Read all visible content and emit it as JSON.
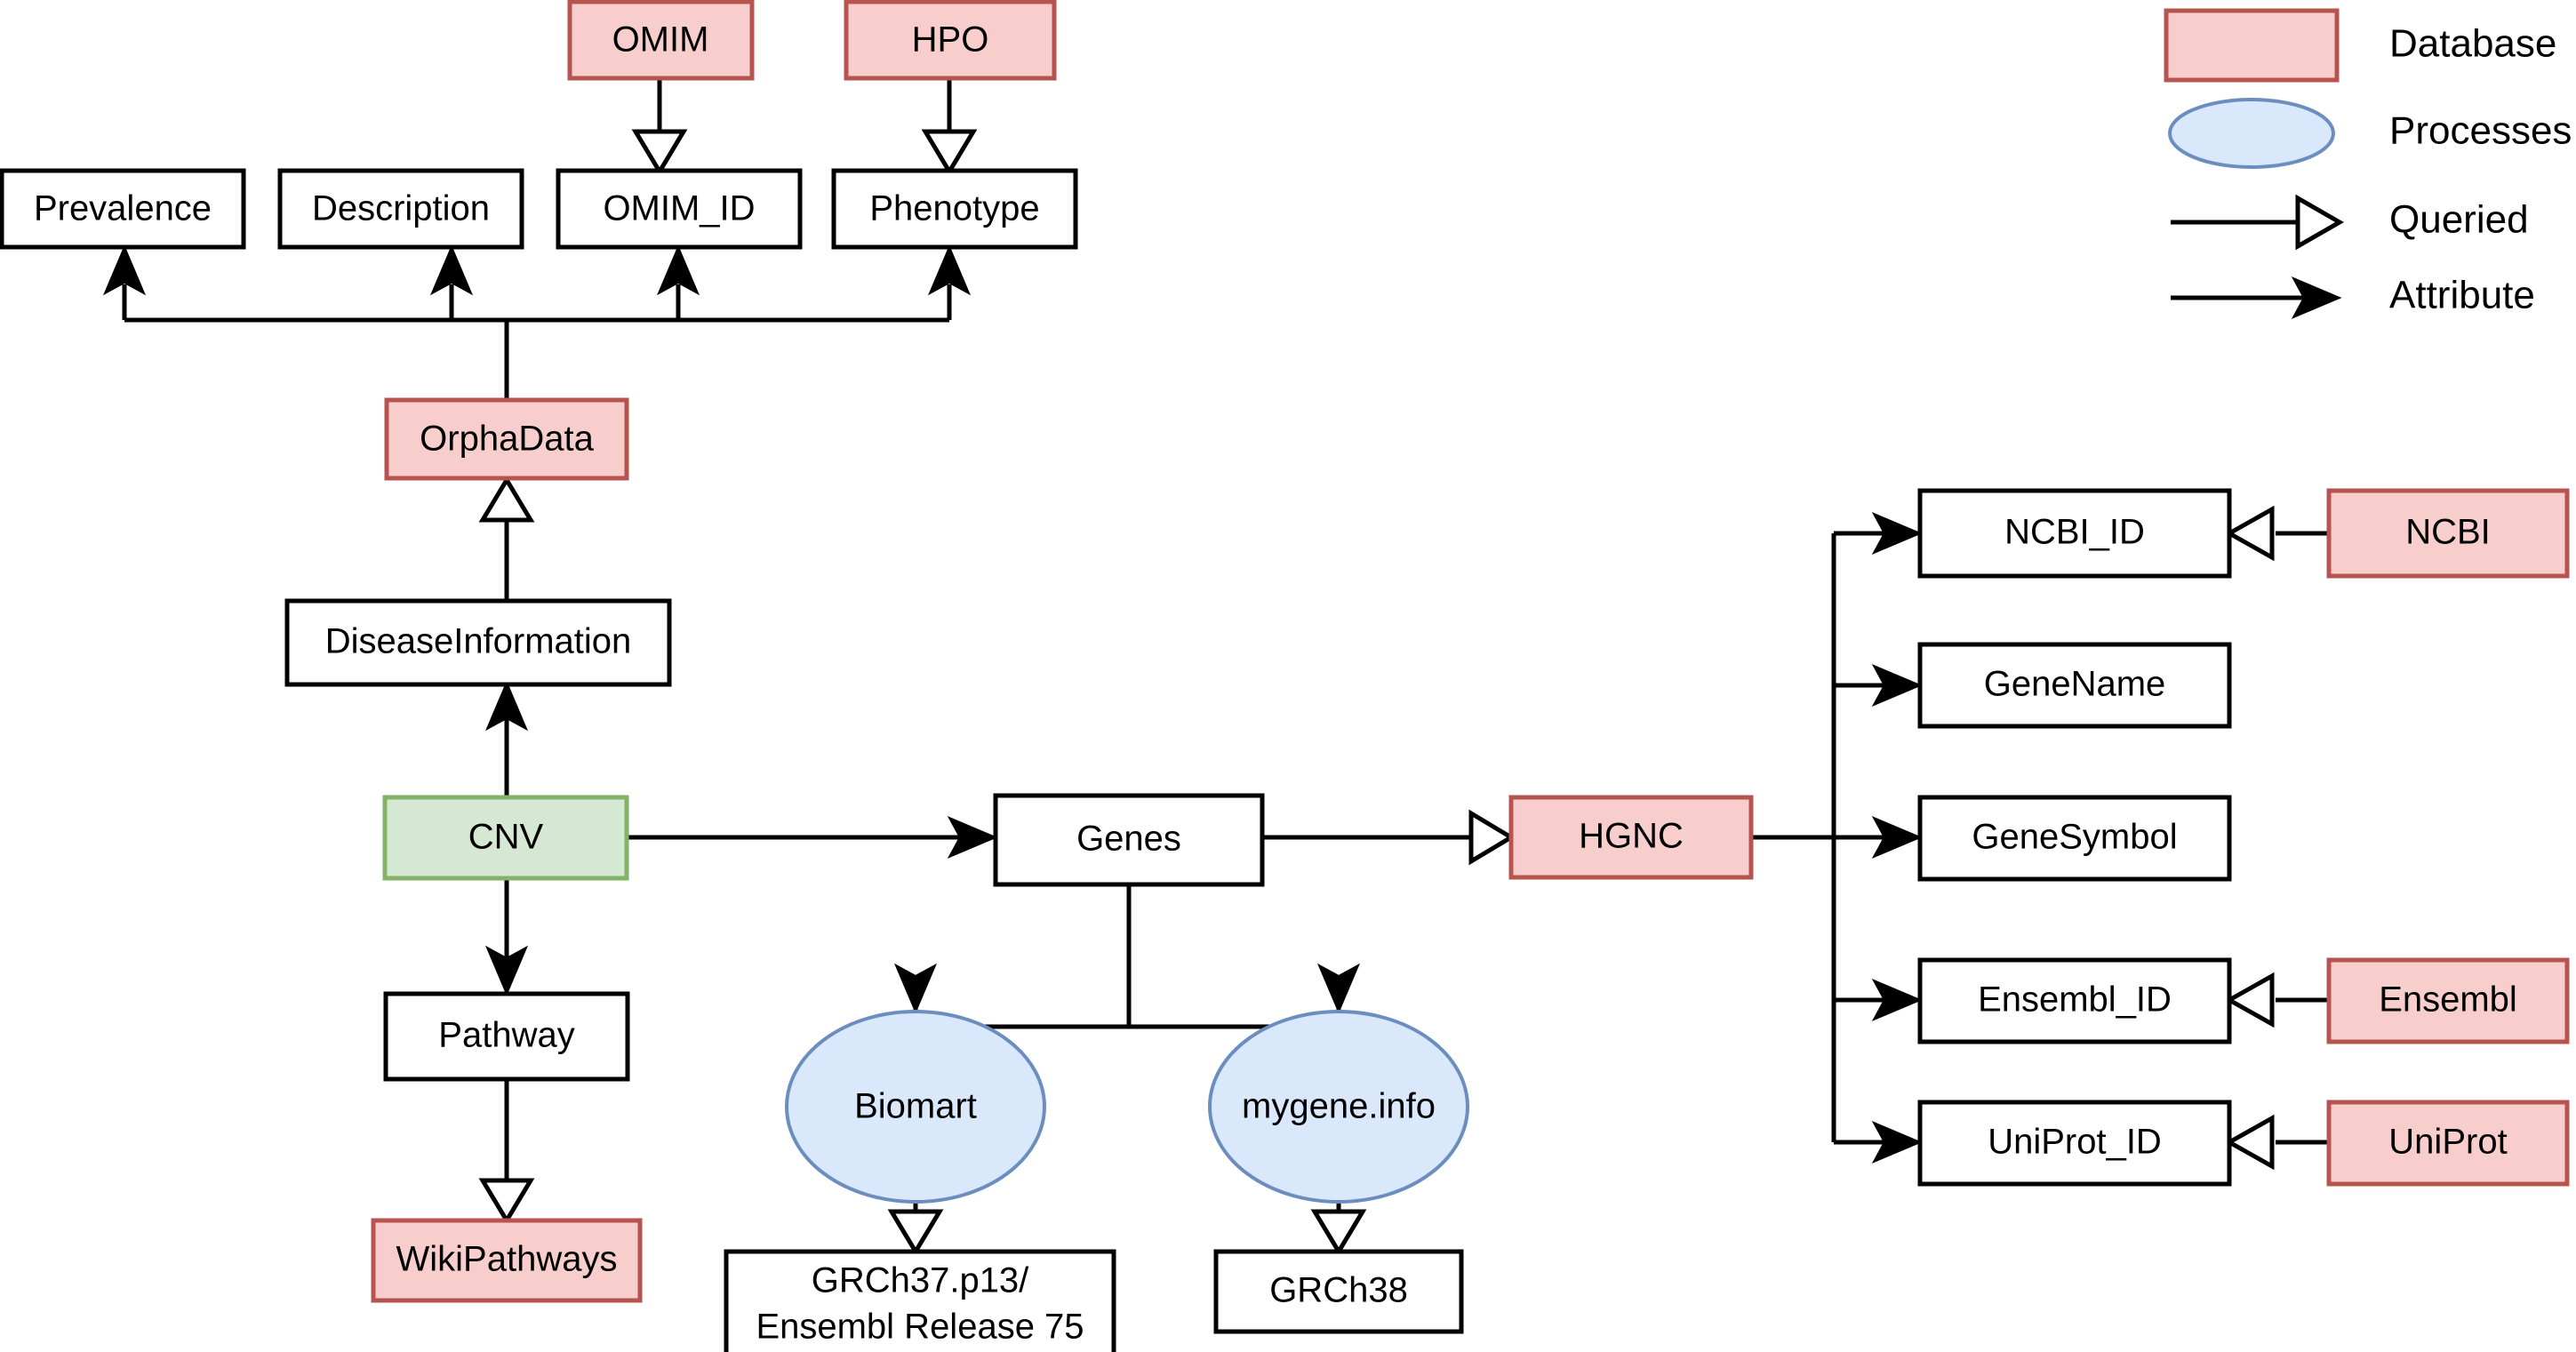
{
  "diagram": {
    "title": "CNV data model and database sources",
    "colors": {
      "database_fill": "#f8cecc",
      "database_stroke": "#b85450",
      "process_fill": "#dae8fc",
      "process_stroke": "#6c8ebf",
      "cnv_fill": "#d5e8d4",
      "cnv_stroke": "#82b366",
      "entity_fill": "#ffffff",
      "entity_stroke": "#000000",
      "edge": "#000000"
    },
    "nodes": {
      "omim": "OMIM",
      "hpo": "HPO",
      "prevalence": "Prevalence",
      "description": "Description",
      "omim_id": "OMIM_ID",
      "phenotype": "Phenotype",
      "orphadata": "OrphaData",
      "disease_information": "DiseaseInformation",
      "cnv": "CNV",
      "pathway": "Pathway",
      "wikipathways": "WikiPathways",
      "genes": "Genes",
      "hgnc": "HGNC",
      "biomart": "Biomart",
      "mygene": "mygene.info",
      "grch37_line1": "GRCh37.p13/",
      "grch37_line2": "Ensembl Release 75",
      "grch38": "GRCh38",
      "ncbi_id": "NCBI_ID",
      "ncbi": "NCBI",
      "gene_name": "GeneName",
      "gene_symbol": "GeneSymbol",
      "ensembl_id": "Ensembl_ID",
      "ensembl": "Ensembl",
      "uniprot_id": "UniProt_ID",
      "uniprot": "UniProt"
    },
    "legend": {
      "items": [
        {
          "key": "database",
          "label": "Database",
          "shape": "rect",
          "fill": "#f8cecc",
          "stroke": "#b85450"
        },
        {
          "key": "processes",
          "label": "Processes",
          "shape": "ellipse",
          "fill": "#dae8fc",
          "stroke": "#6c8ebf"
        },
        {
          "key": "queried",
          "label": "Queried",
          "shape": "arrow-open",
          "fill": "#ffffff",
          "stroke": "#000000"
        },
        {
          "key": "attribute",
          "label": "Attribute",
          "shape": "arrow-filled",
          "fill": "#000000",
          "stroke": "#000000"
        }
      ]
    },
    "edges": [
      {
        "from": "OMIM",
        "to": "OMIM_ID",
        "type": "queried"
      },
      {
        "from": "HPO",
        "to": "Phenotype",
        "type": "queried"
      },
      {
        "from": "OrphaData",
        "to": "Prevalence",
        "type": "attribute"
      },
      {
        "from": "OrphaData",
        "to": "Description",
        "type": "attribute"
      },
      {
        "from": "OrphaData",
        "to": "OMIM_ID",
        "type": "attribute"
      },
      {
        "from": "OrphaData",
        "to": "Phenotype",
        "type": "attribute"
      },
      {
        "from": "DiseaseInformation",
        "to": "OrphaData",
        "type": "queried"
      },
      {
        "from": "CNV",
        "to": "DiseaseInformation",
        "type": "attribute"
      },
      {
        "from": "CNV",
        "to": "Genes",
        "type": "attribute"
      },
      {
        "from": "CNV",
        "to": "Pathway",
        "type": "attribute"
      },
      {
        "from": "Pathway",
        "to": "WikiPathways",
        "type": "queried"
      },
      {
        "from": "Genes",
        "to": "HGNC",
        "type": "queried"
      },
      {
        "from": "Genes",
        "to": "Biomart",
        "type": "attribute"
      },
      {
        "from": "Genes",
        "to": "mygene.info",
        "type": "attribute"
      },
      {
        "from": "Biomart",
        "to": "GRCh37.p13/Ensembl Release 75",
        "type": "queried"
      },
      {
        "from": "mygene.info",
        "to": "GRCh38",
        "type": "queried"
      },
      {
        "from": "HGNC",
        "to": "NCBI_ID",
        "type": "attribute"
      },
      {
        "from": "HGNC",
        "to": "GeneName",
        "type": "attribute"
      },
      {
        "from": "HGNC",
        "to": "GeneSymbol",
        "type": "attribute"
      },
      {
        "from": "HGNC",
        "to": "Ensembl_ID",
        "type": "attribute"
      },
      {
        "from": "HGNC",
        "to": "UniProt_ID",
        "type": "attribute"
      },
      {
        "from": "NCBI",
        "to": "NCBI_ID",
        "type": "queried"
      },
      {
        "from": "Ensembl",
        "to": "Ensembl_ID",
        "type": "queried"
      },
      {
        "from": "UniProt",
        "to": "UniProt_ID",
        "type": "queried"
      }
    ]
  }
}
